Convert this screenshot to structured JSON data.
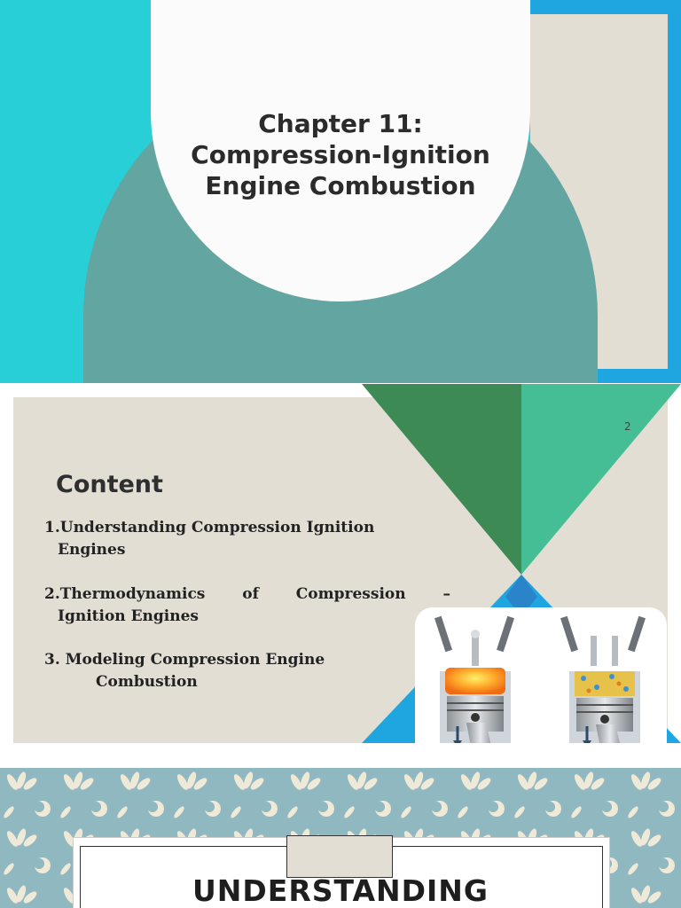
{
  "slide1": {
    "title_lines": [
      "Chapter 11:",
      "Compression-Ignition",
      "Engine Combustion"
    ]
  },
  "slide2": {
    "page_number": "2",
    "heading": "Content",
    "toc": [
      {
        "number": "1.",
        "line1": "Understanding Compression Ignition",
        "line2": "Engines"
      },
      {
        "number": "2.",
        "line1_words": [
          "Thermodynamics",
          "of",
          "Compression",
          "–"
        ],
        "line2": "Ignition Engines"
      },
      {
        "number": "3.",
        "line1": "Modeling Compression Engine",
        "line2": "Combustion"
      }
    ],
    "image": "diesel-vs-gasoline-engine-cylinders"
  },
  "slide3": {
    "section_title": "UNDERSTANDING"
  },
  "colors": {
    "cyan": "#29cfd6",
    "blue": "#1fa6e0",
    "beige": "#e3ded3",
    "teal": "#63a5a0",
    "dark_green": "#3e8a55",
    "mint": "#45bd95",
    "pattern_bg": "#8fb8c0",
    "pattern_leaf": "#efe9d8"
  }
}
